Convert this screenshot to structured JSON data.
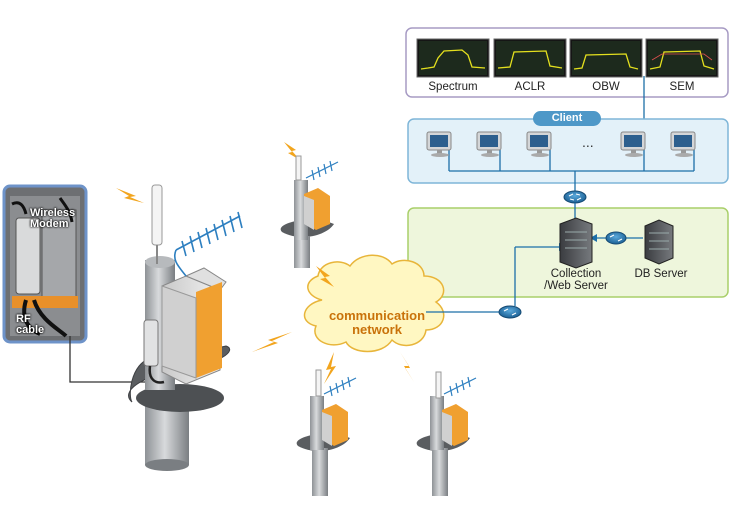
{
  "monitor_thumbnails": [
    {
      "label": "Spectrum"
    },
    {
      "label": "ACLR"
    },
    {
      "label": "OBW"
    },
    {
      "label": "SEM"
    }
  ],
  "client": {
    "label": "Client",
    "ellipsis": "..."
  },
  "server": {
    "collection_line1": "Collection",
    "collection_line2": "/Web Server",
    "db": "DB Server"
  },
  "network": {
    "line1": "communication",
    "line2": "network"
  },
  "inset": {
    "modem_line1": "Wireless",
    "modem_line2": "Modem",
    "rf_line1": "RF",
    "rf_line2": "cable"
  },
  "colors": {
    "client_panel_fill": "#e3f1f9",
    "client_panel_border": "#7fb6d8",
    "server_panel_fill": "#eef6dc",
    "server_panel_border": "#a9cf6a",
    "connector_blue": "#1c6fa8",
    "cloud_fill": "#fff7c2",
    "cloud_text": "#c9720a",
    "enclosure_orange": "#f0a030",
    "inset_border": "#6e93c9"
  }
}
